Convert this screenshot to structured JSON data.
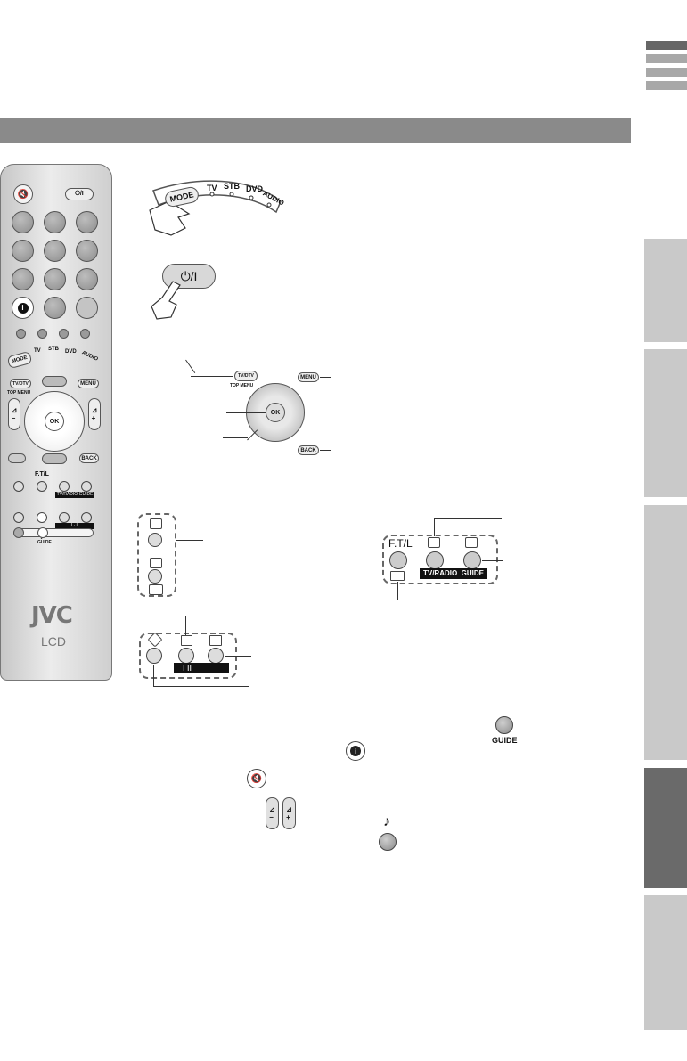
{
  "remote": {
    "power_label": "⏻/I",
    "mode": "MODE",
    "tv": "TV",
    "stb": "STB",
    "dvd": "DVD",
    "audio": "AUDIO",
    "tvdtv": "TV/DTV",
    "top_menu": "TOP MENU",
    "menu": "MENU",
    "ok": "OK",
    "back": "BACK",
    "ftl": "F.T/L",
    "tv_radio": "TV/RADIO",
    "guide": "GUIDE",
    "dual": "I · II",
    "note": "♪",
    "guide2": "GUIDE",
    "brand": "JVC",
    "model": "LCD"
  },
  "illustrations": {
    "mode_arc": {
      "mode": "MODE",
      "tv": "TV",
      "stb": "STB",
      "dvd": "DVD",
      "audio": "AUDIO"
    },
    "power": "⏻/I",
    "dpad": {
      "tvdtv": "TV/DTV",
      "top_menu": "TOP MENU",
      "menu": "MENU",
      "ok": "OK",
      "back": "BACK"
    },
    "ftl_group": {
      "ftl": "F.T/L",
      "tv_radio": "TV/RADIO",
      "guide": "GUIDE"
    },
    "record_group": {
      "dual": "I  II"
    }
  },
  "inline_icons": {
    "guide_label": "GUIDE",
    "note": "♪"
  },
  "colors": {
    "header_bar": "#8a8a8a",
    "side_tab": "#c9c9c9",
    "side_tab_active": "#6a6a6a"
  }
}
